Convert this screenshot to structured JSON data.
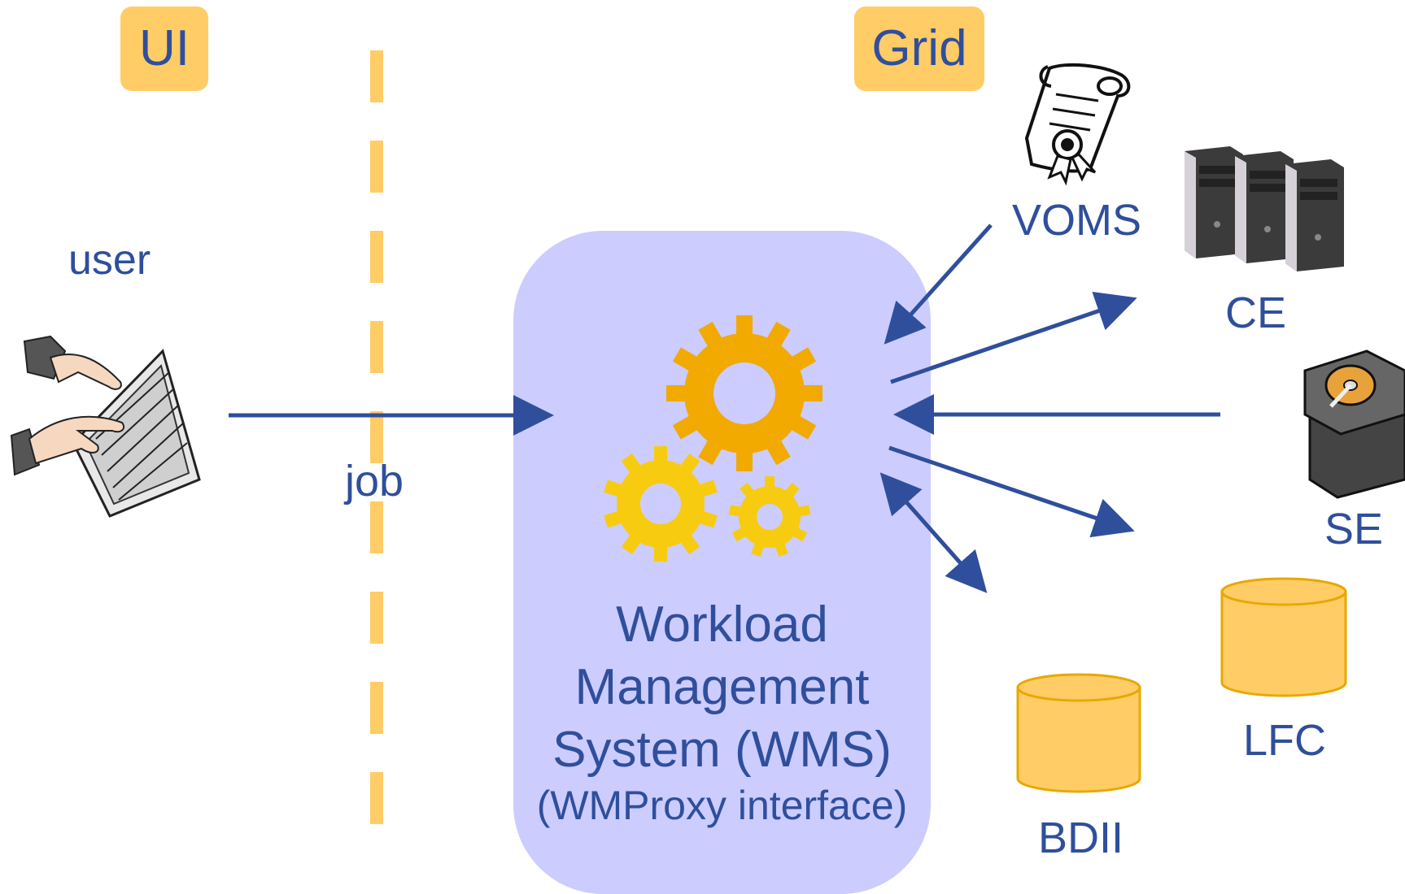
{
  "zones": {
    "ui_label": "UI",
    "grid_label": "Grid"
  },
  "user": {
    "label": "user"
  },
  "job": {
    "label": "job"
  },
  "wms": {
    "line1": "Workload",
    "line2": "Management",
    "line3": "System (WMS)",
    "line4": "(WMProxy interface)"
  },
  "services": {
    "voms": "VOMS",
    "ce": "CE",
    "se": "SE",
    "lfc": "LFC",
    "bdii": "BDII"
  },
  "colors": {
    "text": "#2F4F9C",
    "arrow": "#2F4F9C",
    "tag_fill": "#FFCC66",
    "wms_fill": "#CCCCFF",
    "divider": "#FFCC66",
    "cylinder": "#FFCC66",
    "gear_large": "#F2A900",
    "gear_small": "#F7CC10"
  },
  "icons": {
    "user": "keyboard-hands-icon",
    "voms": "certificate-scroll-icon",
    "ce": "server-towers-icon",
    "se": "hard-drives-icon",
    "lfc": "database-cylinder-icon",
    "bdii": "database-cylinder-icon",
    "wms": "gears-icon"
  }
}
